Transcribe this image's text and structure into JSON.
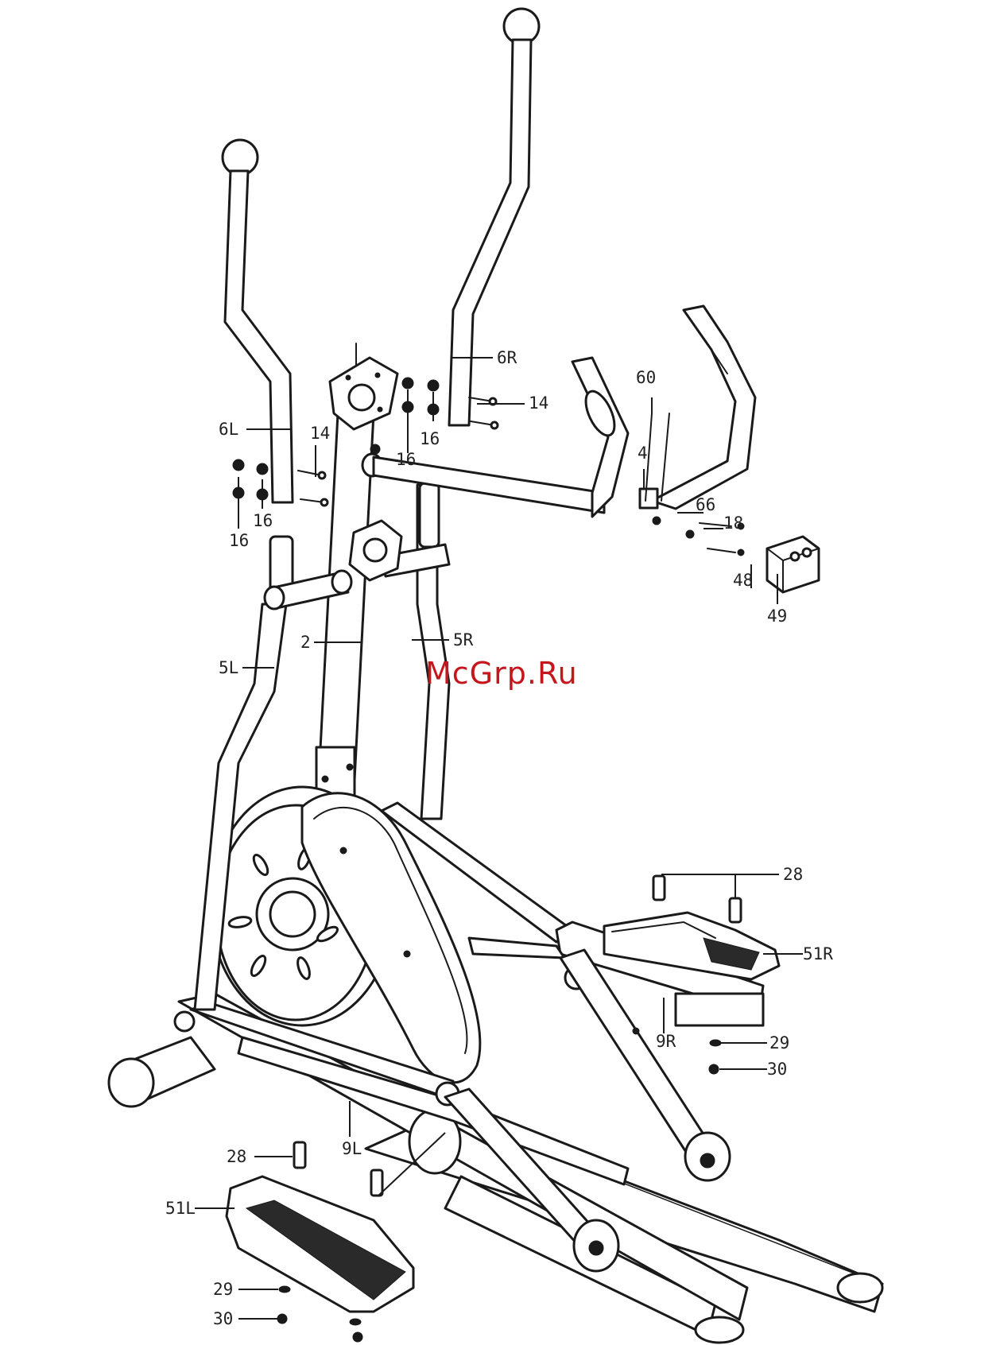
{
  "watermark": "McGrp.Ru",
  "labels": {
    "l_6R_top": "6R",
    "l_14_top": "14",
    "l_60_top": "60",
    "l_6L_top": "6L",
    "l_14_left": "14",
    "l_16_a": "16",
    "l_16_b": "16",
    "l_16_c": "16",
    "l_16_d": "16",
    "l_4": "4",
    "l_66": "66",
    "l_18": "18",
    "l_48": "48",
    "l_49": "49",
    "l_2": "2",
    "l_5R": "5R",
    "l_5L": "5L",
    "l_28_right": "28",
    "l_51R": "51R",
    "l_9R": "9R",
    "l_29_right": "29",
    "l_30_right": "30",
    "l_28_left": "28",
    "l_9L": "9L",
    "l_51L": "51L",
    "l_29_left": "29",
    "l_30_left": "30"
  }
}
